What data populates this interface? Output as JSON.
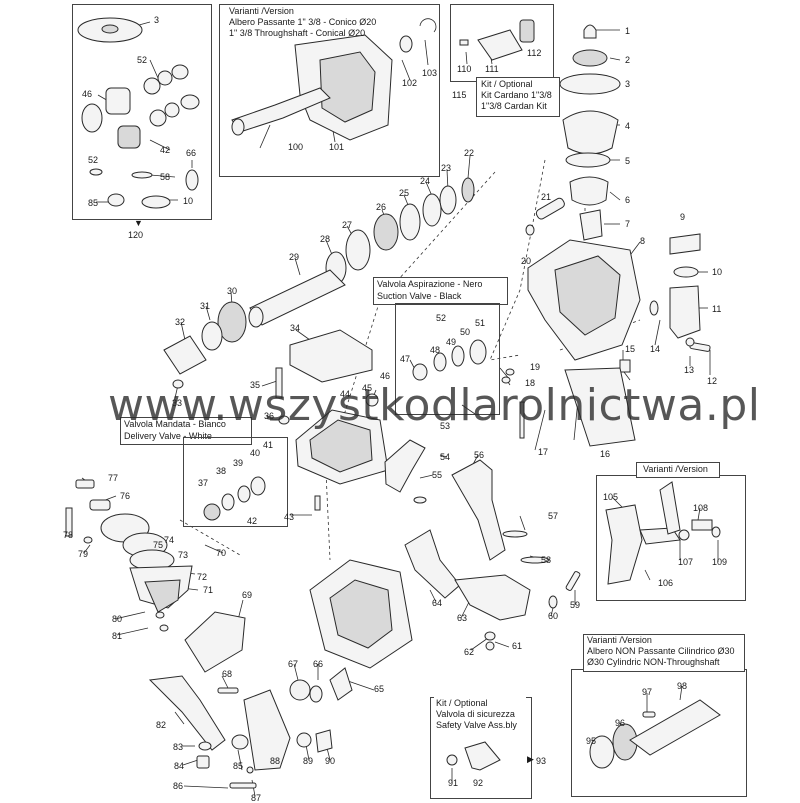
{
  "watermark": "www.wszystkodlarolnictwa.pl",
  "groups": {
    "through_shaft": [
      "Varianti /Version",
      "Albero Passante 1\" 3/8 - Conico Ø20",
      "1\" 3/8 Throughshaft - Conical Ø20"
    ],
    "cardan_kit": [
      "Kit / Optional",
      "Kit Cardano 1\"3/8",
      "1\"3/8 Cardan Kit"
    ],
    "suction_valve": [
      "Valvola Aspirazione - Nero",
      "Suction Valve - Black"
    ],
    "delivery_valve": [
      "Valvola Mandata - Bianco",
      "Delivery Valve - White"
    ],
    "version_right": [
      "Varianti /Version"
    ],
    "cylindric_shaft": [
      "Varianti /Version",
      "Albero NON Passante Cilindrico Ø30",
      "Ø30 Cylindric NON-Throughshaft"
    ],
    "safety_valve": [
      "Kit / Optional",
      "Valvola di sicurezza",
      "Safety Valve Ass.bly"
    ]
  },
  "group_refs": {
    "kit_120": "120",
    "kit_115": "115",
    "kit_93": "93"
  },
  "parts": [
    "1",
    "2",
    "3",
    "4",
    "5",
    "6",
    "7",
    "8",
    "9",
    "10",
    "11",
    "12",
    "13",
    "14",
    "15",
    "16",
    "17",
    "18",
    "19",
    "20",
    "21",
    "22",
    "23",
    "24",
    "25",
    "26",
    "27",
    "28",
    "29",
    "30",
    "31",
    "32",
    "33",
    "34",
    "35",
    "36",
    "37",
    "38",
    "39",
    "40",
    "41",
    "42",
    "43",
    "44",
    "45",
    "46",
    "47",
    "48",
    "49",
    "50",
    "51",
    "52",
    "53",
    "54",
    "55",
    "56",
    "57",
    "58",
    "59",
    "60",
    "61",
    "62",
    "63",
    "64",
    "65",
    "66",
    "67",
    "68",
    "69",
    "70",
    "71",
    "72",
    "73",
    "74",
    "75",
    "76",
    "77",
    "78",
    "79",
    "80",
    "81",
    "82",
    "83",
    "84",
    "85",
    "86",
    "87",
    "88",
    "89",
    "90",
    "91",
    "92",
    "93",
    "95",
    "96",
    "97",
    "98",
    "100",
    "101",
    "102",
    "103",
    "105",
    "106",
    "107",
    "108",
    "109",
    "110",
    "111",
    "112"
  ]
}
